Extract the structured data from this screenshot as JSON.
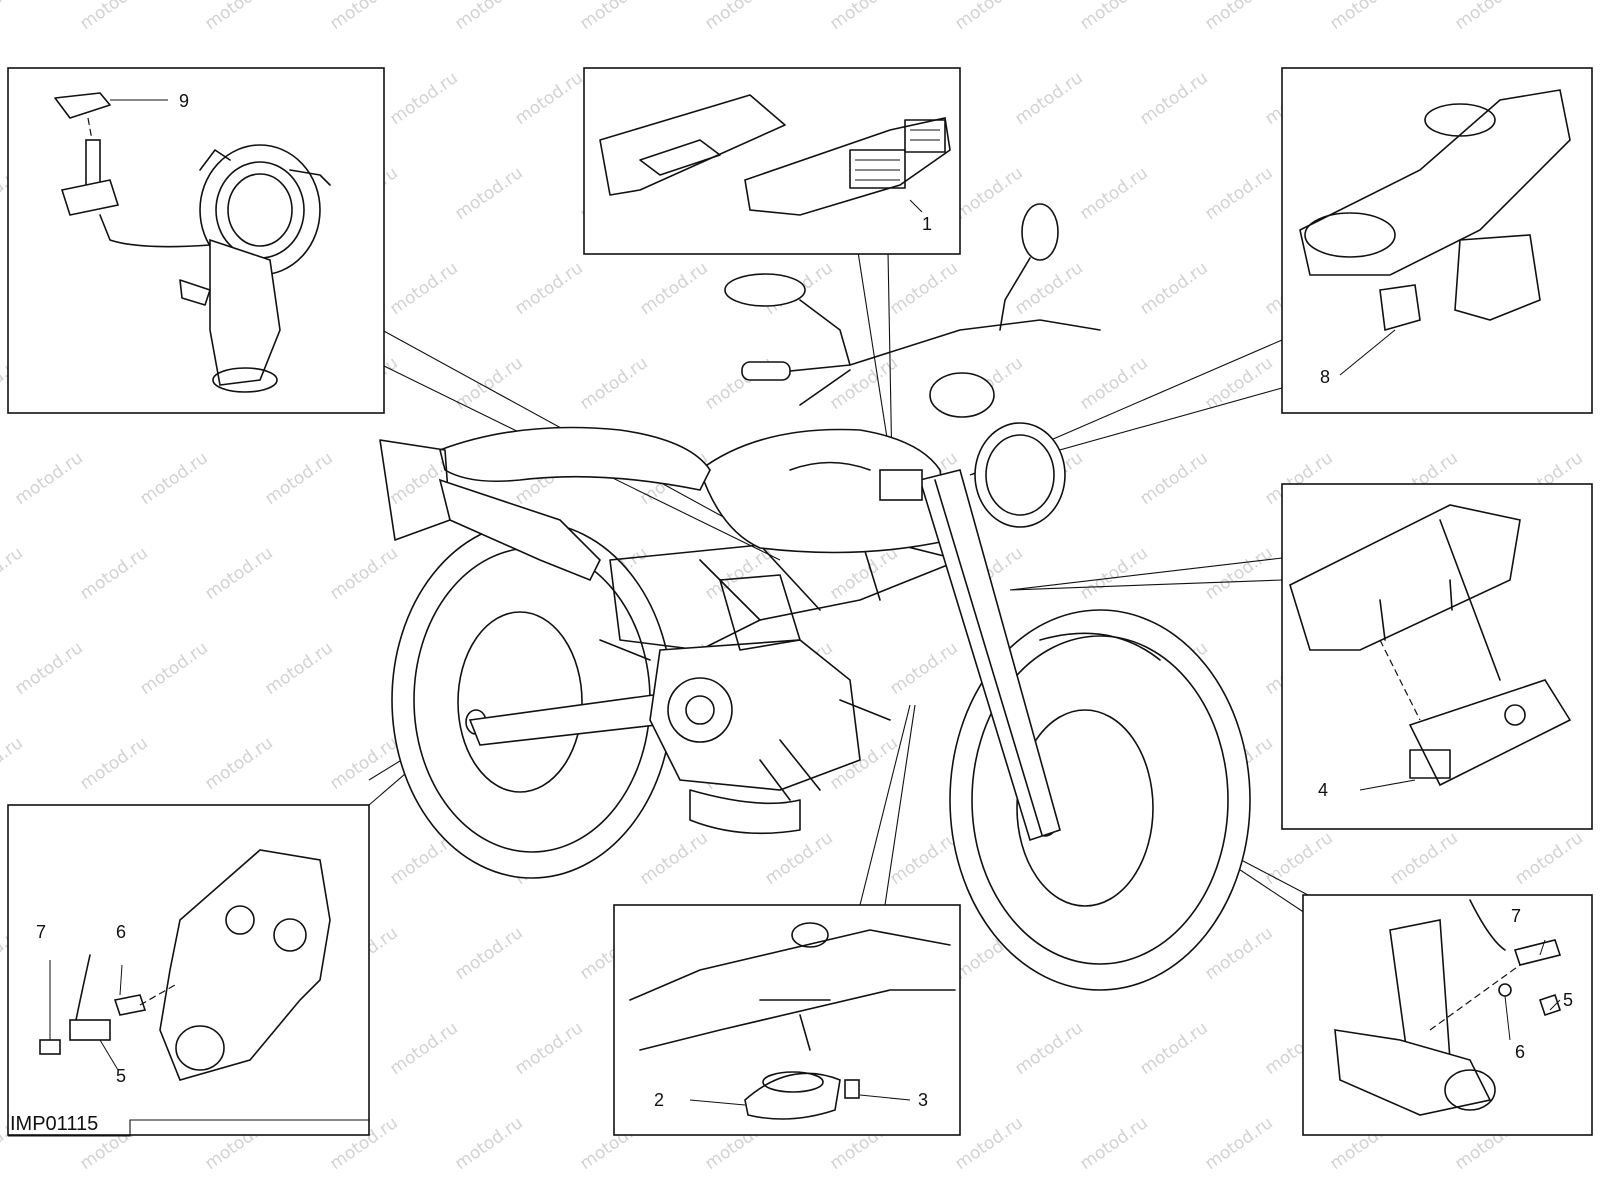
{
  "watermark": {
    "text": "motod.ru"
  },
  "figure_code": "IMP01115",
  "callouts": {
    "ecu": "1",
    "horn": "2",
    "horn_screw": "3",
    "rear_sensor_screw": "7",
    "rear_sensor_washer": "6",
    "rear_sensor": "5",
    "front_sensor_screw": "7",
    "front_sensor_washer": "6",
    "front_sensor": "5",
    "regulator_module": "4",
    "steering_sensor": "8",
    "intake_sensor": "9"
  }
}
